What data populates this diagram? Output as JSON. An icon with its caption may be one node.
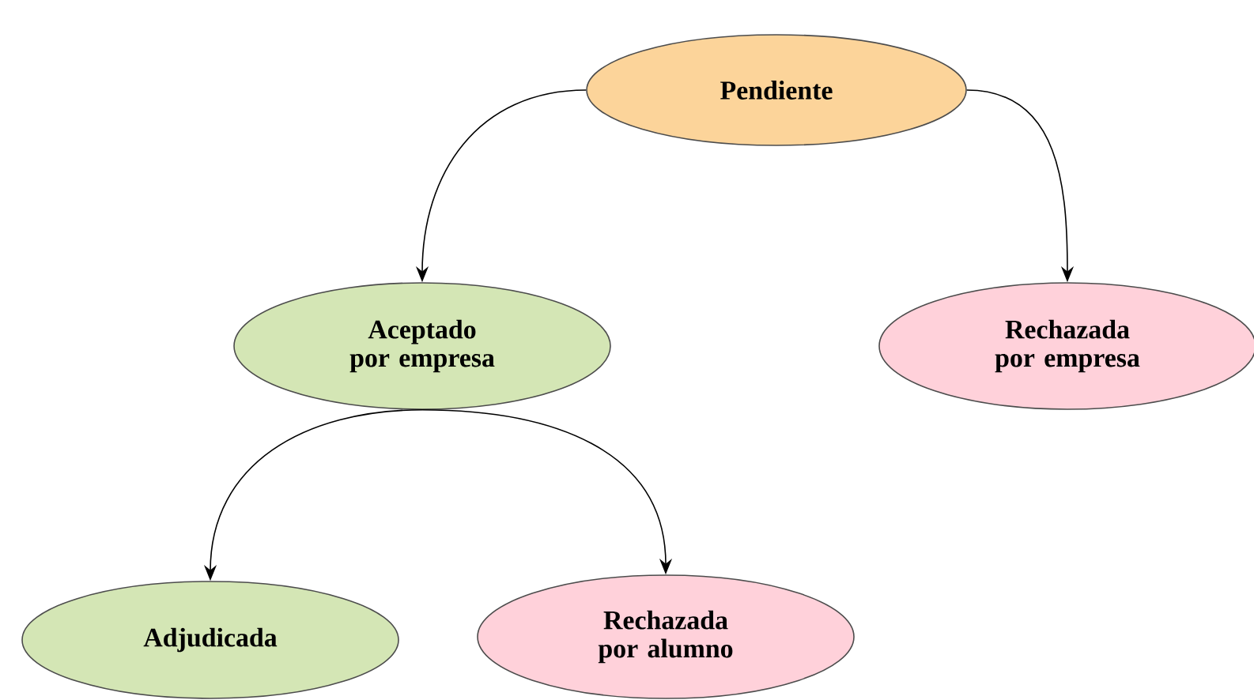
{
  "diagram": {
    "nodes": [
      {
        "text": [
          "Pendiente"
        ]
      },
      {
        "text": [
          "Aceptado por empresa"
        ]
      },
      {
        "text": [
          "Rechazada por empresa"
        ]
      },
      {
        "text": [
          "Adjudicada"
        ]
      },
      {
        "text": [
          "Rechazada por alumno"
        ]
      }
    ],
    "edges": [
      {
        "from": 0,
        "to": 1,
        "arrow": "to"
      },
      {
        "from": 0,
        "to": 2,
        "arrow": "to"
      },
      {
        "from": 1,
        "to": 3,
        "arrow": "to"
      },
      {
        "from": 1,
        "to": 4,
        "arrow": "to"
      }
    ]
  }
}
